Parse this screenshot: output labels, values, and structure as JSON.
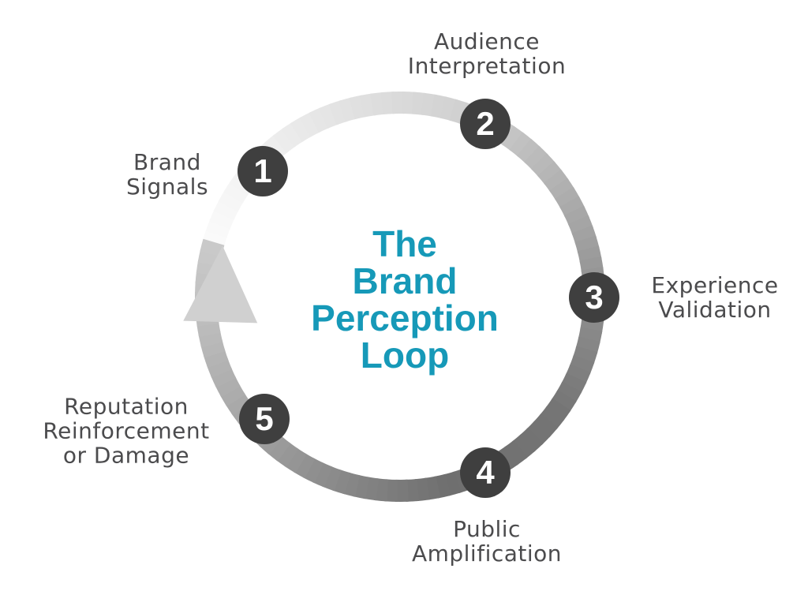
{
  "title": "The\nBrand\nPerception\nLoop",
  "steps": [
    {
      "number": "1",
      "label": "Brand\nSignals"
    },
    {
      "number": "2",
      "label": "Audience\nInterpretation"
    },
    {
      "number": "3",
      "label": "Experience\nValidation"
    },
    {
      "number": "4",
      "label": "Public\nAmplification"
    },
    {
      "number": "5",
      "label": "Reputation\nReinforcement\nor Damage"
    }
  ],
  "icons": [
    {
      "name": "up-arrow-icon",
      "meaning": "loop continues / cycle restarts"
    }
  ],
  "colors": {
    "accent": "#1699b8",
    "node": "#3f3f3f",
    "label_text": "#4b4b4d",
    "number_text": "#ffffff",
    "background": "#ffffff",
    "arrow": "#d0d0d0",
    "ring_stops": [
      [
        0,
        "#fbfbfb"
      ],
      [
        30,
        "#f0f0f0"
      ],
      [
        100,
        "#cdcdcd"
      ],
      [
        160,
        "#949494"
      ],
      [
        200,
        "#757575"
      ],
      [
        240,
        "#6f6f6f"
      ],
      [
        280,
        "#8f8f8f"
      ],
      [
        310,
        "#a9a9a9"
      ],
      [
        340,
        "#bfbfbf"
      ],
      [
        360,
        "#cacaca"
      ]
    ]
  }
}
